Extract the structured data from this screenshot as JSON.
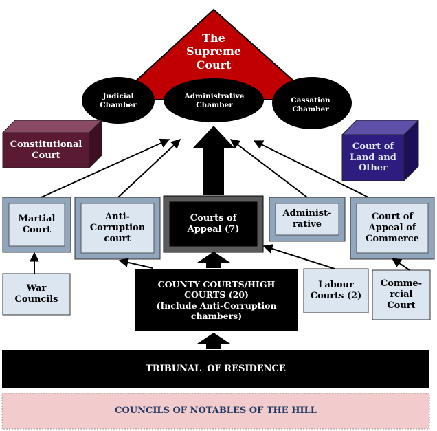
{
  "colors": {
    "supreme": "#c00000",
    "constitutional": "#5b1a34",
    "land": "#2e1c7e",
    "light_box": "#dbe6f1",
    "notables": "#f2cccc",
    "notables_text": "#1f3864"
  },
  "supreme_court": {
    "title": "The\nSupreme\nCourt",
    "chambers": [
      "Judicial\nChamber",
      "Administrative\nChamber",
      "Cassation\nChamber"
    ]
  },
  "constitutional_court": "Constitutional\nCourt",
  "land_court": "Court of\nLand and\nOther",
  "martial_court": "Martial\nCourt",
  "anti_corruption_court": "Anti-\nCorruption\ncourt",
  "courts_of_appeal": "Courts of\nAppeal (7)",
  "administrative_court": "Administ-\nrative",
  "commerce_appeal_court": "Court of\nAppeal of\nCommerce",
  "war_councils": "War\nCouncils",
  "county_courts": "COUNTY COURTS/HIGH\nCOURTS (20)\n(Include Anti-Corruption\nchambers)",
  "labour_courts": "Labour\nCourts (2)",
  "commercial_court": "Comme-\nrcial\nCourt",
  "tribunal": "TRIBUNAL  OF RESIDENCE",
  "councils_notables": "COUNCILS OF NOTABLES OF THE HILL"
}
